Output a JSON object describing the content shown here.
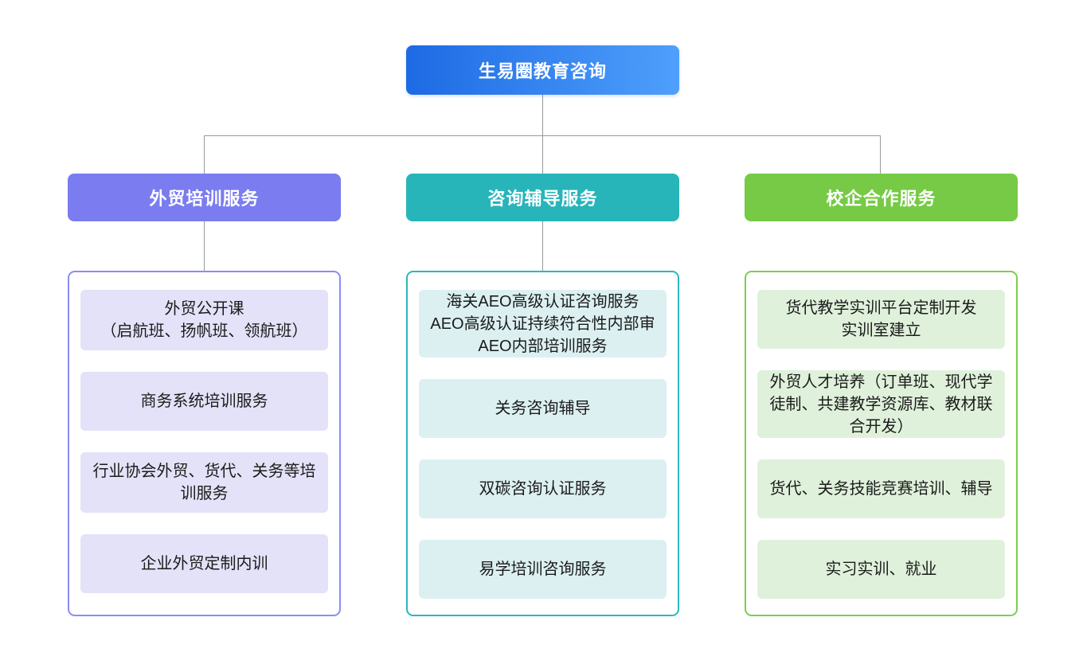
{
  "root": {
    "label": "生易圈教育咨询",
    "gradient_start": "#1d6ae4",
    "gradient_end": "#4f9ffc"
  },
  "connector_color": "#939a9f",
  "branches": [
    {
      "label": "外贸培训服务",
      "header_color": "#7a7cf0",
      "border_color": "#8b8cf4",
      "item_bg": "#e4e2f8",
      "items": [
        "外贸公开课\n（启航班、扬帆班、领航班）",
        "商务系统培训服务",
        "行业协会外贸、货代、关务等培训服务",
        "企业外贸定制内训"
      ]
    },
    {
      "label": "咨询辅导服务",
      "header_color": "#27b5ba",
      "border_color": "#2bb7bc",
      "item_bg": "#dcf0f2",
      "items": [
        "海关AEO高级认证咨询服务\nAEO高级认证持续符合性内部审\nAEO内部培训服务",
        "关务咨询辅导",
        "双碳咨询认证服务",
        "易学培训咨询服务"
      ]
    },
    {
      "label": "校企合作服务",
      "header_color": "#76ca45",
      "border_color": "#7ccd51",
      "item_bg": "#dff1db",
      "items": [
        "货代教学实训平台定制开发\n实训室建立",
        "外贸人才培养（订单班、现代学徒制、共建教学资源库、教材联合开发）",
        "货代、关务技能竞赛培训、辅导",
        "实习实训、就业"
      ]
    }
  ]
}
